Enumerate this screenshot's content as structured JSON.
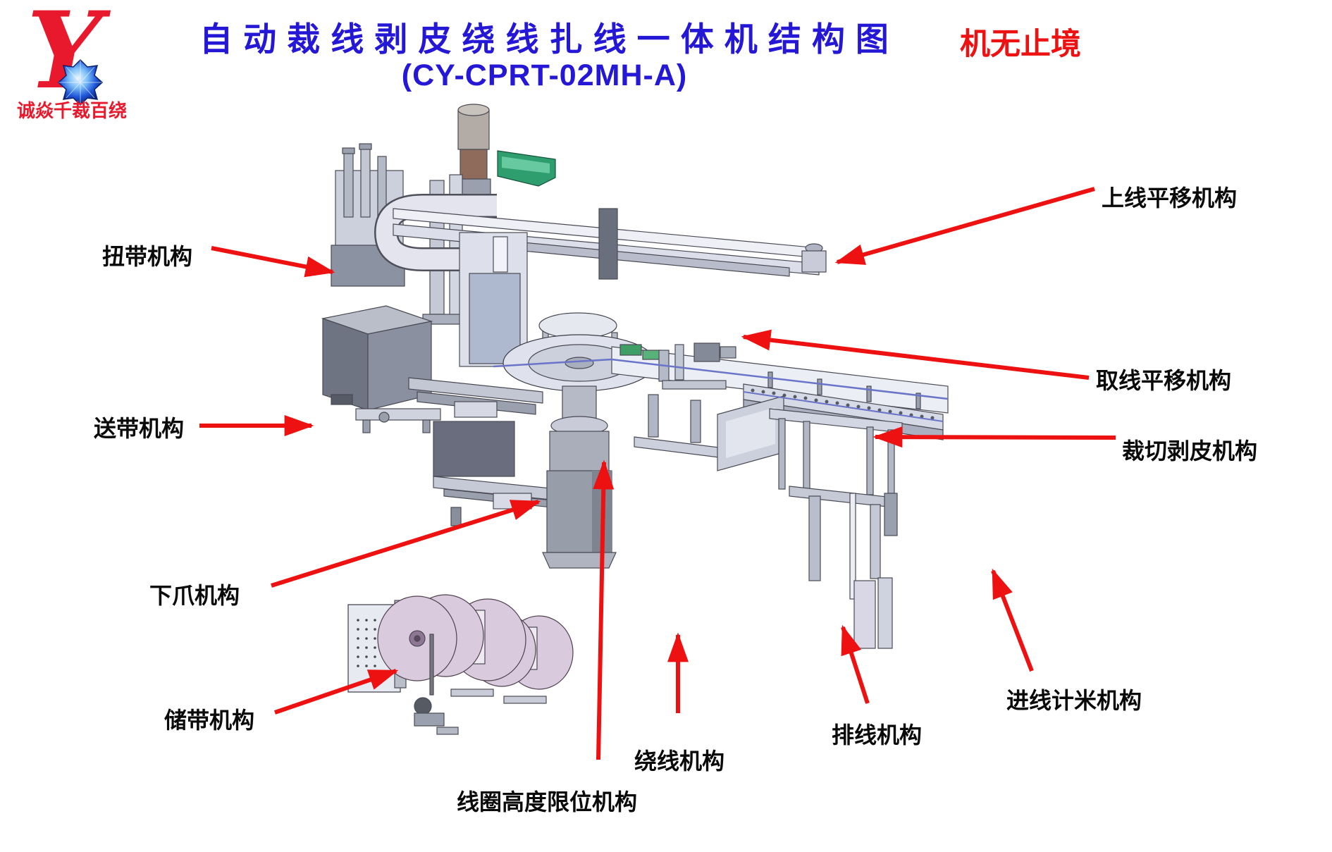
{
  "logo": {
    "monogram": "Y",
    "tagline": "诚焱千裁百绕",
    "brand_red": "#e8192c",
    "diamond_blue": "#1d55d8"
  },
  "title": {
    "line1": "自 动 裁 线 剥 皮 绕 线 扎 线 一 体 机 结 构 图",
    "line2": "(CY-CPRT-02MH-A)",
    "color": "#2417d6"
  },
  "slogan": {
    "text": "机无止境",
    "color": "#ee1111"
  },
  "labels": {
    "twist_belt": "扭带机构",
    "feed_belt": "送带机构",
    "lower_claw": "下爪机构",
    "belt_storage": "储带机构",
    "upper_wire_translation": "上线平移机构",
    "wire_pick_translation": "取线平移机构",
    "cut_strip": "裁切剥皮机构",
    "coil_height_limit": "线圈高度限位机构",
    "winding": "绕线机构",
    "wire_arrange": "排线机构",
    "wire_feed_meter": "进线计米机构"
  },
  "colors": {
    "arrow": "#ee1111",
    "label_text": "#0a0a0a"
  }
}
